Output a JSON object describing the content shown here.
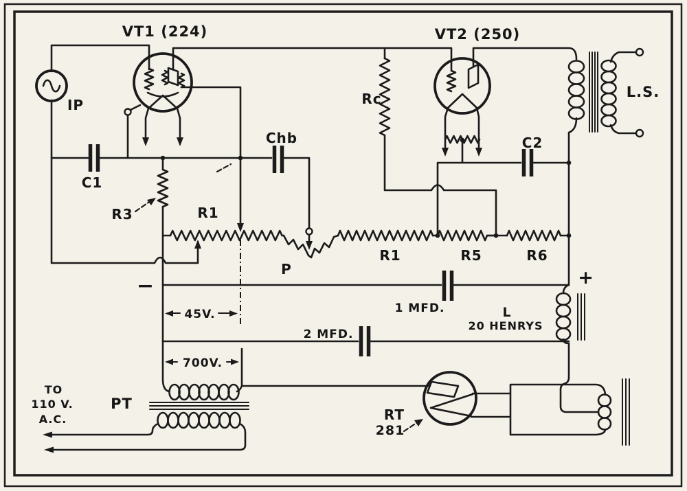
{
  "colors": {
    "ink": "#1b1b1b",
    "paper": "#f4f1e9"
  },
  "schematic": {
    "tubes": {
      "vt1": {
        "label": "VT1 (224)"
      },
      "vt2": {
        "label": "VT2 (250)"
      },
      "rt": {
        "label": "RT",
        "type": "281"
      }
    },
    "source": {
      "ip": "IP"
    },
    "capacitors": {
      "c1": "C1",
      "chb": "Chb",
      "c2": "C2",
      "filter1": "1 MFD.",
      "filter2": "2 MFD."
    },
    "resistors": {
      "r3": "R3",
      "r1_left": "R1",
      "p": "P",
      "r1_right": "R1",
      "r5": "R5",
      "r6": "R6",
      "rc": "Rc"
    },
    "inductors": {
      "choke_name": "L",
      "choke_value": "20 HENRYS",
      "power_transformer": "PT",
      "speaker": "L.S."
    },
    "annotations": {
      "bias": "45V.",
      "high_voltage": "700V.",
      "ac1": "TO",
      "ac2": "110 V.",
      "ac3": "A.C.",
      "plus": "+",
      "minus": "−"
    }
  }
}
